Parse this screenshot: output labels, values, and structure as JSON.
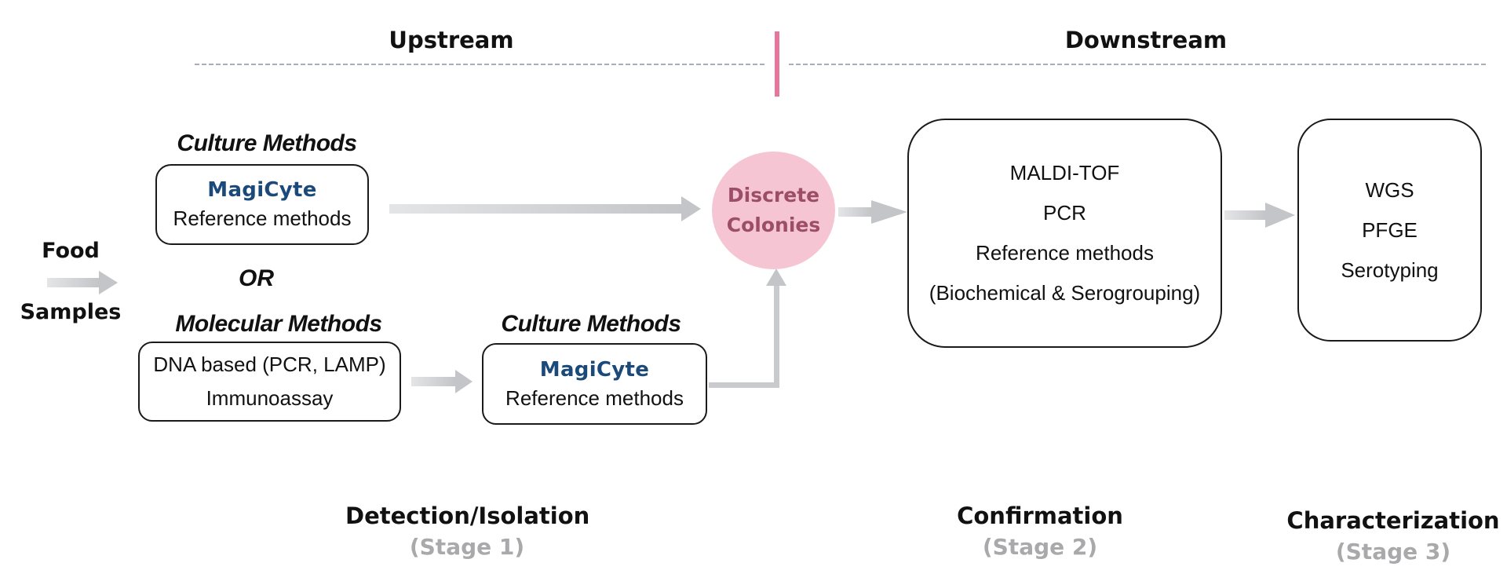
{
  "headers": {
    "upstream": "Upstream",
    "downstream": "Downstream"
  },
  "food": {
    "line1": "Food",
    "line2": "Samples"
  },
  "culture_top": {
    "title": "Culture Methods",
    "logo": "MagiCyte",
    "method": "Reference methods"
  },
  "or_label": "OR",
  "molecular": {
    "title": "Molecular Methods",
    "line1": "DNA based (PCR, LAMP)",
    "line2": "Immunoassay"
  },
  "culture_bottom": {
    "title": "Culture Methods",
    "logo": "MagiCyte",
    "method": "Reference methods"
  },
  "colonies": {
    "line1": "Discrete",
    "line2": "Colonies"
  },
  "confirmation_box": {
    "items": [
      "MALDI-TOF",
      "PCR",
      "Reference methods",
      "(Biochemical & Serogrouping)"
    ]
  },
  "characterization_box": {
    "items": [
      "WGS",
      "PFGE",
      "Serotyping"
    ]
  },
  "stages": [
    {
      "title": "Detection/Isolation",
      "sub": "(Stage 1)"
    },
    {
      "title": "Confirmation",
      "sub": "(Stage 2)"
    },
    {
      "title": "Characterization",
      "sub": "(Stage 3)"
    }
  ],
  "colors": {
    "divider": "#e8769a",
    "arrow": "#c8cacd",
    "circle_fill": "#f6c5d3",
    "circle_text": "#9c4d68",
    "logo": "#1b4a7a",
    "stage_sub": "#a9a9ab"
  }
}
